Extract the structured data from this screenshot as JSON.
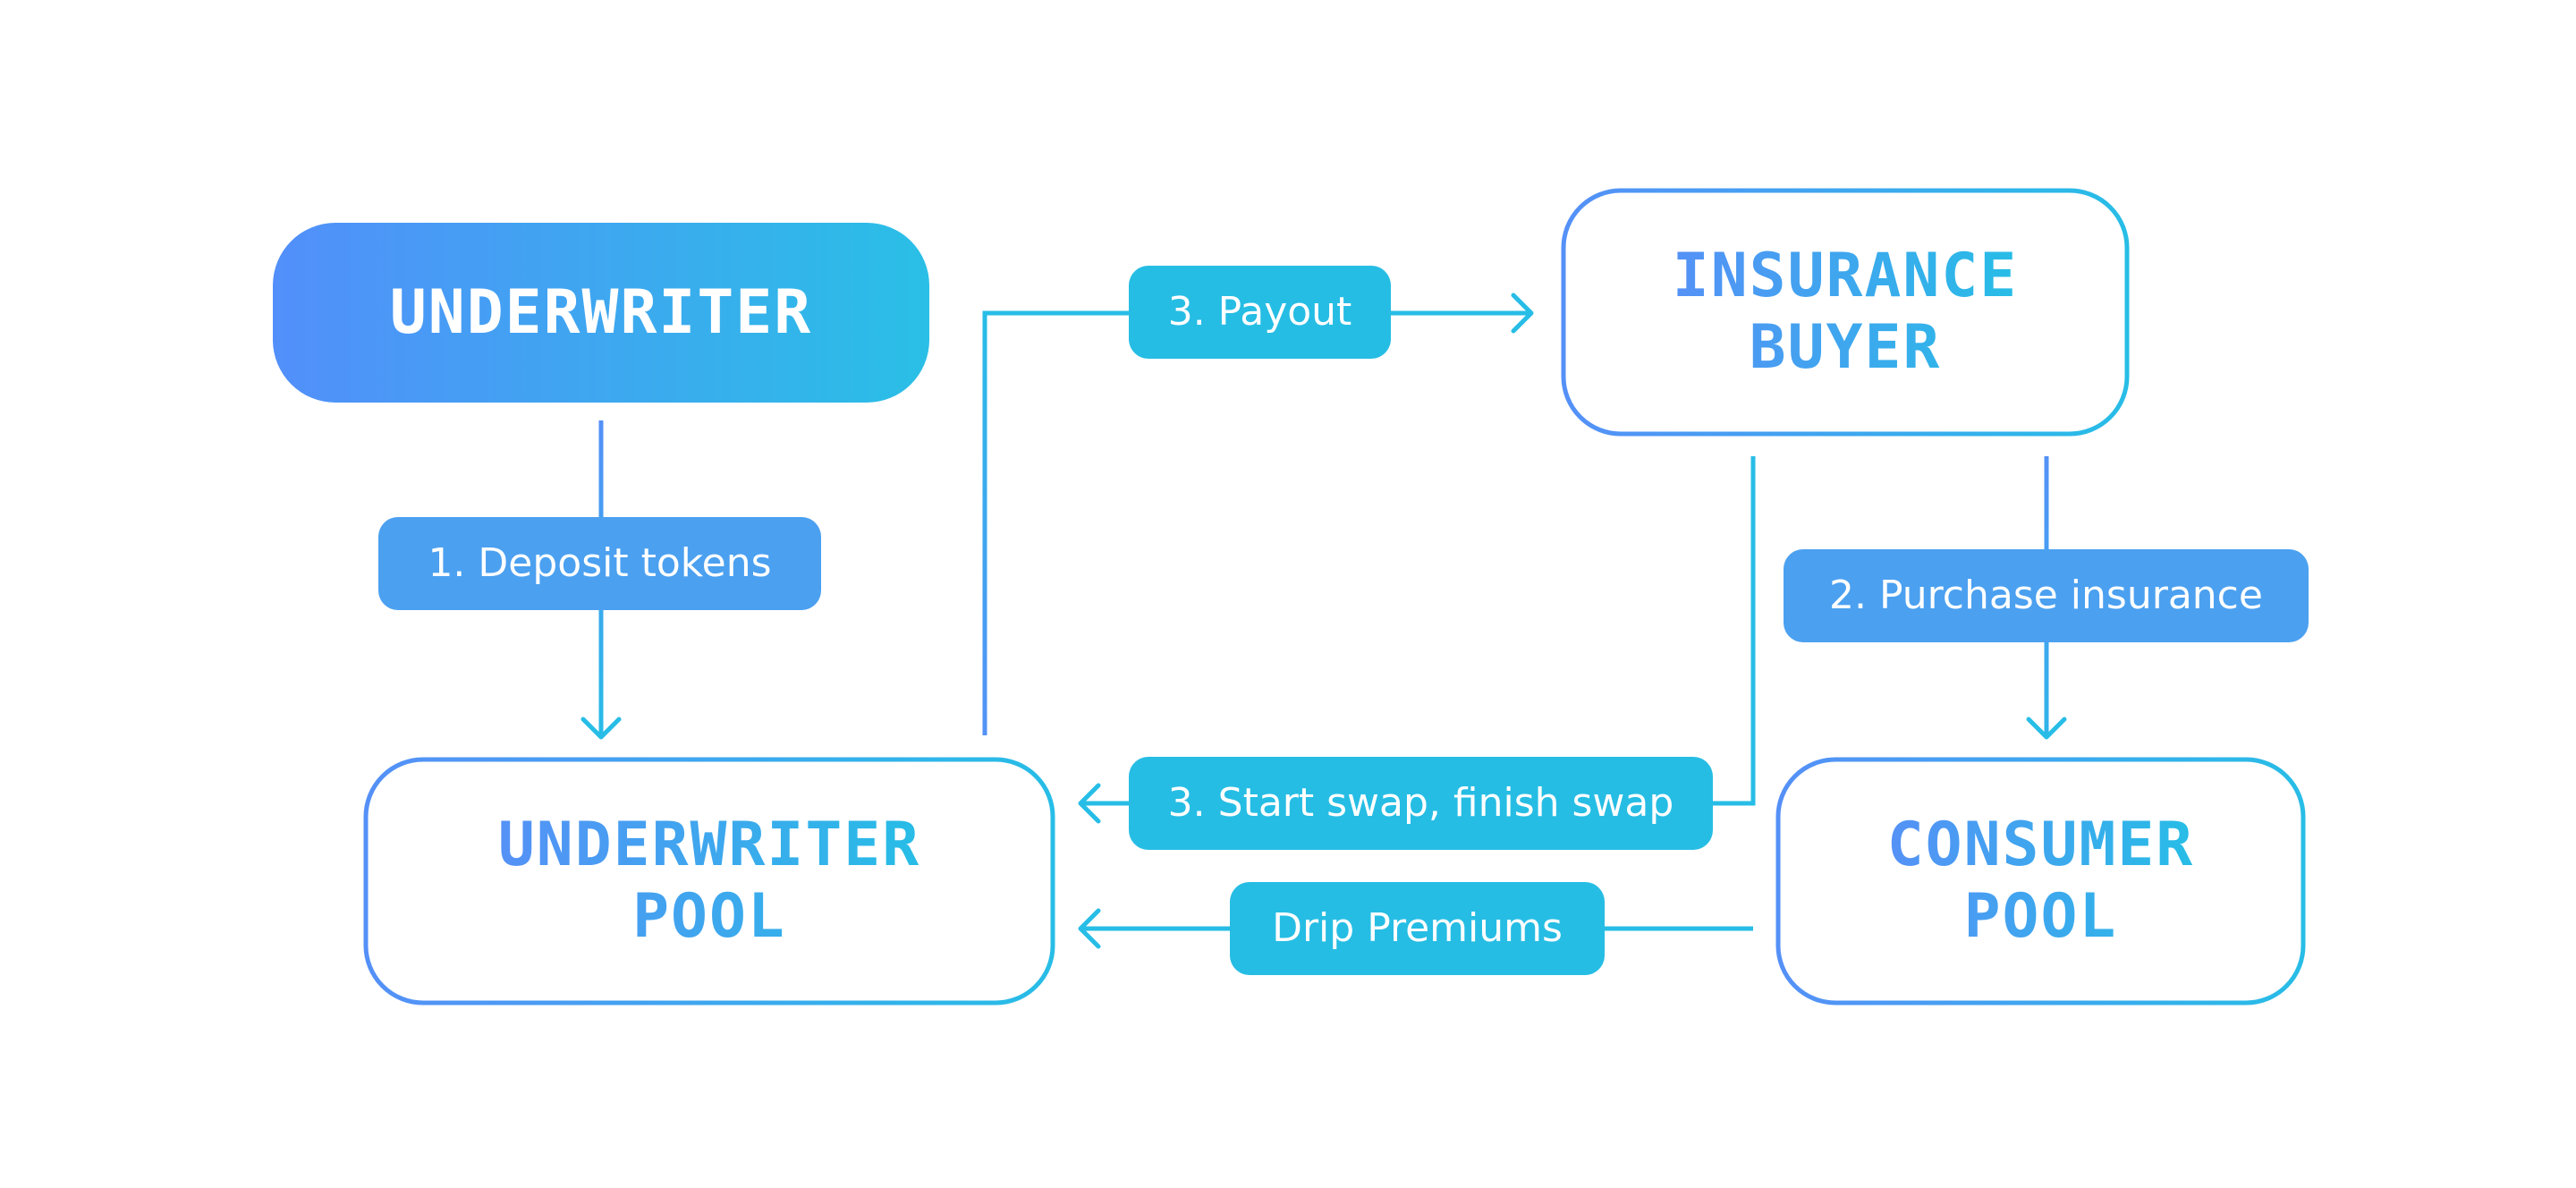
{
  "colors": {
    "blue": "#5590f7",
    "cyan": "#26bde4",
    "label_blue": "#4ba0f0",
    "text_on_fill": "#ffffff"
  },
  "nodes": {
    "underwriter": "UNDERWRITER",
    "insurance_buyer": "INSURANCE\nBUYER",
    "underwriter_pool": "UNDERWRITER\nPOOL",
    "consumer_pool": "CONSUMER\nPOOL"
  },
  "edges": {
    "deposit": "1. Deposit tokens",
    "payout": "3. Payout",
    "purchase": "2. Purchase insurance",
    "swap": "3. Start swap, finish swap",
    "drip": "Drip Premiums"
  }
}
